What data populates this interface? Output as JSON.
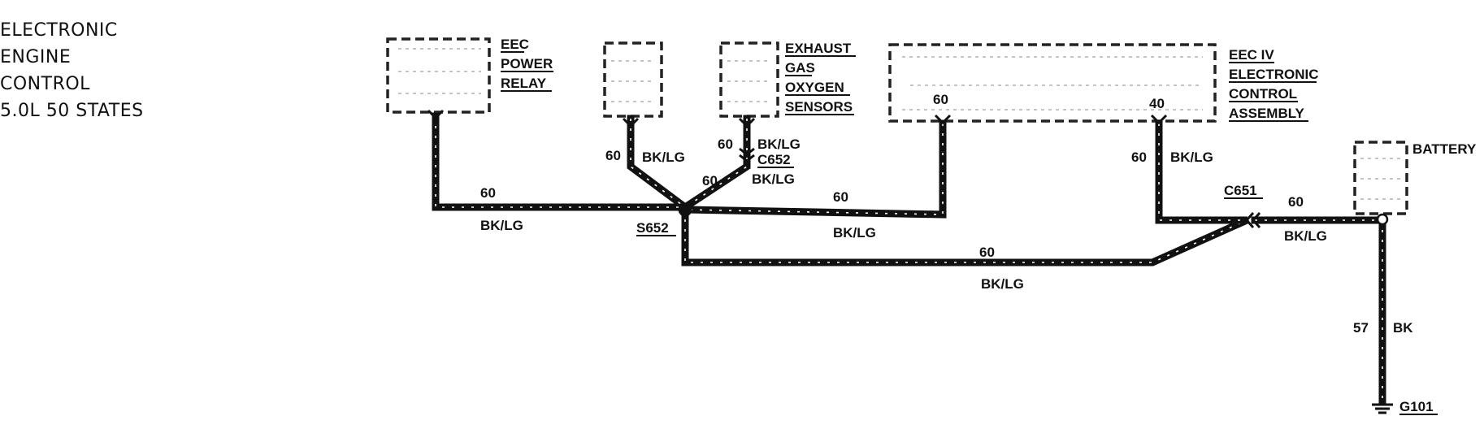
{
  "title_lines": [
    "ELECTRONIC",
    "ENGINE",
    "CONTROL",
    "5.0L 50 STATES"
  ],
  "components": {
    "eec_power_relay": [
      "EEC",
      "POWER",
      "RELAY"
    ],
    "exhaust_gas_oxygen_sensors": [
      "EXHAUST",
      "GAS",
      "OXYGEN",
      "SENSORS"
    ],
    "eec_iv_assembly": [
      "EEC IV",
      "ELECTRONIC",
      "CONTROL",
      "ASSEMBLY"
    ],
    "battery": "BATTERY"
  },
  "connectors": {
    "c652": "C652",
    "c651": "C651",
    "s652": "S652",
    "g101": "G101"
  },
  "pins": {
    "eec_60": "60",
    "eec_40": "40"
  },
  "wire_labels": {
    "relay_drop_circuit": "60",
    "relay_drop_color": "BK/LG",
    "comp2_circuit": "60",
    "comp2_color": "BK/LG",
    "sensor_upper_circuit": "60",
    "sensor_upper_color": "BK/LG",
    "sensor_lower_circuit": "60",
    "sensor_lower_color": "BK/LG",
    "top_right_circuit": "60",
    "top_right_color": "BK/LG",
    "eec40_circuit": "60",
    "eec40_color": "BK/LG",
    "bottom_circuit": "60",
    "bottom_color": "BK/LG",
    "battery_circuit": "60",
    "battery_color": "BK/LG",
    "ground_circuit": "57",
    "ground_color": "BK"
  }
}
